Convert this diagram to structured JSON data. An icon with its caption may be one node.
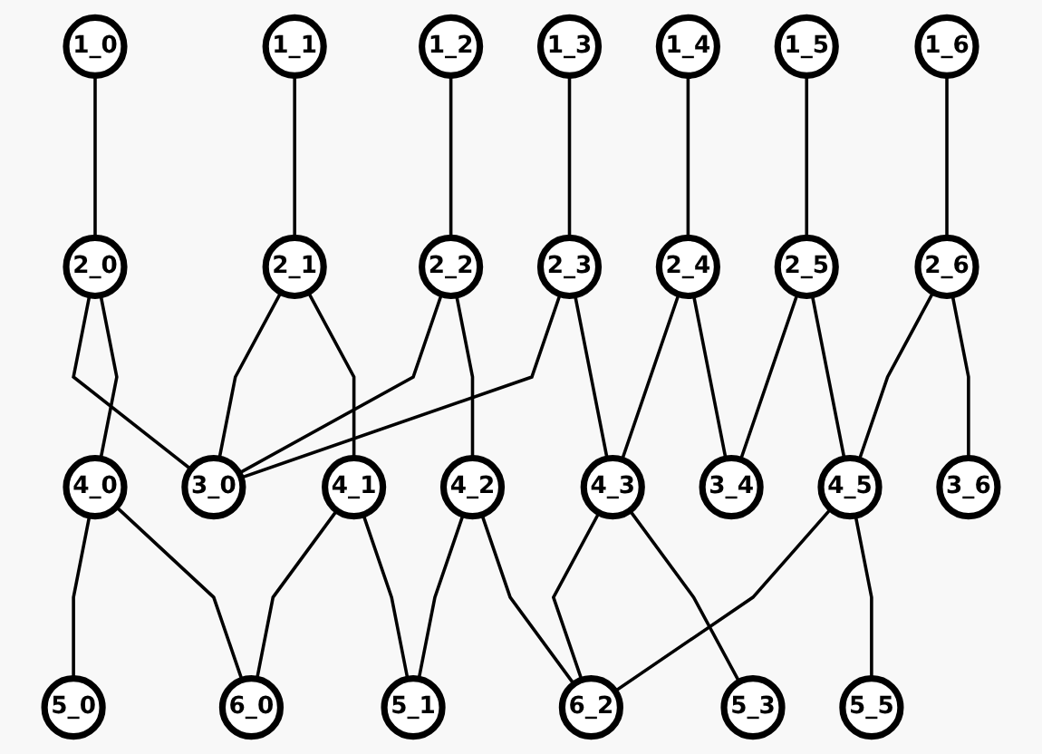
{
  "diagram": {
    "nodes": [
      {
        "text": [
          "1_0"
        ]
      },
      {
        "text": [
          "1_1"
        ]
      },
      {
        "text": [
          "1_2"
        ]
      },
      {
        "text": [
          "1_3"
        ]
      },
      {
        "text": [
          "1_4"
        ]
      },
      {
        "text": [
          "1_5"
        ]
      },
      {
        "text": [
          "1_6"
        ]
      },
      {
        "text": [
          "2_0"
        ]
      },
      {
        "text": [
          "2_1"
        ]
      },
      {
        "text": [
          "2_2"
        ]
      },
      {
        "text": [
          "2_3"
        ]
      },
      {
        "text": [
          "2_4"
        ]
      },
      {
        "text": [
          "2_5"
        ]
      },
      {
        "text": [
          "2_6"
        ]
      },
      {
        "text": [
          "3_0"
        ]
      },
      {
        "text": [
          "4_0"
        ]
      },
      {
        "text": [
          "4_1"
        ]
      },
      {
        "text": [
          "4_2"
        ]
      },
      {
        "text": [
          "4_3"
        ]
      },
      {
        "text": [
          "3_4"
        ]
      },
      {
        "text": [
          "4_5"
        ]
      },
      {
        "text": [
          "3_6"
        ]
      },
      {
        "text": [
          "5_0"
        ]
      },
      {
        "text": [
          "6_0"
        ]
      },
      {
        "text": [
          "5_1"
        ]
      },
      {
        "text": [
          "6_2"
        ]
      },
      {
        "text": [
          "5_3"
        ]
      },
      {
        "text": [
          "5_5"
        ]
      }
    ],
    "edges": [
      {
        "from": 0,
        "to": 7,
        "arrow": "none"
      },
      {
        "from": 1,
        "to": 8,
        "arrow": "none"
      },
      {
        "from": 2,
        "to": 9,
        "arrow": "none"
      },
      {
        "from": 3,
        "to": 10,
        "arrow": "none"
      },
      {
        "from": 4,
        "to": 11,
        "arrow": "none"
      },
      {
        "from": 5,
        "to": 12,
        "arrow": "none"
      },
      {
        "from": 6,
        "to": 13,
        "arrow": "none"
      },
      {
        "from": 7,
        "to": 14,
        "arrow": "none"
      },
      {
        "from": 7,
        "to": 15,
        "arrow": "none"
      },
      {
        "from": 8,
        "to": 14,
        "arrow": "none"
      },
      {
        "from": 9,
        "to": 14,
        "arrow": "none"
      },
      {
        "from": 10,
        "to": 14,
        "arrow": "none"
      },
      {
        "from": 8,
        "to": 16,
        "arrow": "none"
      },
      {
        "from": 9,
        "to": 17,
        "arrow": "none"
      },
      {
        "from": 10,
        "to": 18,
        "arrow": "none"
      },
      {
        "from": 11,
        "to": 18,
        "arrow": "none"
      },
      {
        "from": 11,
        "to": 19,
        "arrow": "none"
      },
      {
        "from": 12,
        "to": 19,
        "arrow": "none"
      },
      {
        "from": 12,
        "to": 20,
        "arrow": "none"
      },
      {
        "from": 13,
        "to": 20,
        "arrow": "none"
      },
      {
        "from": 13,
        "to": 21,
        "arrow": "none"
      },
      {
        "from": 15,
        "to": 22,
        "arrow": "none"
      },
      {
        "from": 15,
        "to": 23,
        "arrow": "none"
      },
      {
        "from": 16,
        "to": 23,
        "arrow": "none"
      },
      {
        "from": 16,
        "to": 24,
        "arrow": "none"
      },
      {
        "from": 17,
        "to": 24,
        "arrow": "none"
      },
      {
        "from": 17,
        "to": 25,
        "arrow": "none"
      },
      {
        "from": 18,
        "to": 25,
        "arrow": "none"
      },
      {
        "from": 18,
        "to": 26,
        "arrow": "none"
      },
      {
        "from": 20,
        "to": 25,
        "arrow": "none"
      },
      {
        "from": 20,
        "to": 27,
        "arrow": "none"
      }
    ]
  }
}
